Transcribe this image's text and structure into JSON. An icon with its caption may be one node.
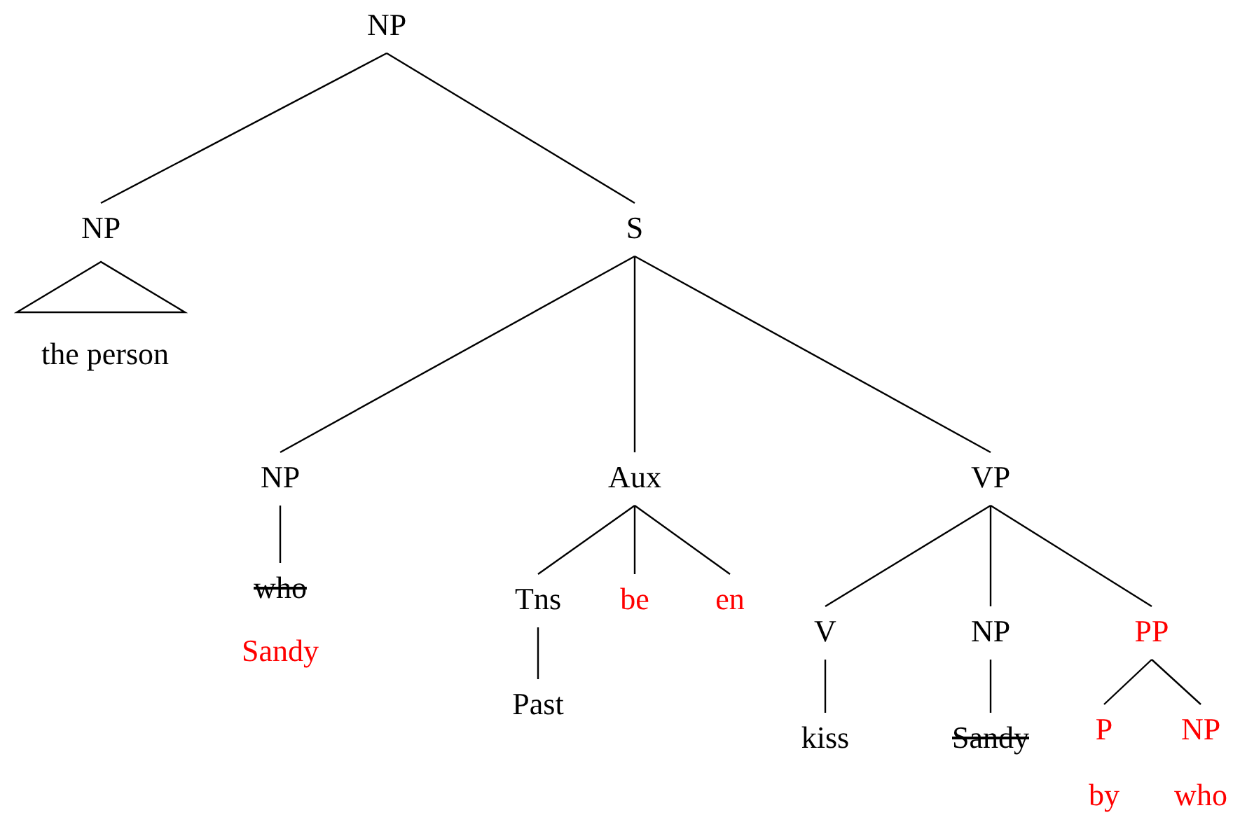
{
  "diagram": {
    "nodes": [
      {
        "text": [
          "NP"
        ]
      },
      {
        "text": [
          "NP"
        ]
      },
      {
        "text": [
          "the person"
        ]
      },
      {
        "text": [
          "S"
        ]
      },
      {
        "text": [
          "NP"
        ]
      },
      {
        "text": [
          "who"
        ]
      },
      {
        "text": [
          "Sandy"
        ]
      },
      {
        "text": [
          "Aux"
        ]
      },
      {
        "text": [
          "Tns"
        ]
      },
      {
        "text": [
          "be"
        ]
      },
      {
        "text": [
          "en"
        ]
      },
      {
        "text": [
          "Past"
        ]
      },
      {
        "text": [
          "VP"
        ]
      },
      {
        "text": [
          "V"
        ]
      },
      {
        "text": [
          "NP"
        ]
      },
      {
        "text": [
          "PP"
        ]
      },
      {
        "text": [
          "kiss"
        ]
      },
      {
        "text": [
          "Sandy"
        ]
      },
      {
        "text": [
          "P"
        ]
      },
      {
        "text": [
          "NP"
        ]
      },
      {
        "text": [
          "by"
        ]
      },
      {
        "text": [
          "who"
        ]
      }
    ],
    "edges": [
      {
        "from": 0,
        "to": 1,
        "arrow": "none"
      },
      {
        "from": 0,
        "to": 3,
        "arrow": "none"
      },
      {
        "from": 1,
        "to": 2,
        "arrow": "none"
      },
      {
        "from": 3,
        "to": 4,
        "arrow": "none"
      },
      {
        "from": 3,
        "to": 7,
        "arrow": "none"
      },
      {
        "from": 3,
        "to": 12,
        "arrow": "none"
      },
      {
        "from": 4,
        "to": 5,
        "arrow": "none"
      },
      {
        "from": 7,
        "to": 8,
        "arrow": "none"
      },
      {
        "from": 7,
        "to": 9,
        "arrow": "none"
      },
      {
        "from": 7,
        "to": 10,
        "arrow": "none"
      },
      {
        "from": 8,
        "to": 11,
        "arrow": "none"
      },
      {
        "from": 12,
        "to": 13,
        "arrow": "none"
      },
      {
        "from": 12,
        "to": 14,
        "arrow": "none"
      },
      {
        "from": 12,
        "to": 15,
        "arrow": "none"
      },
      {
        "from": 13,
        "to": 16,
        "arrow": "none"
      },
      {
        "from": 14,
        "to": 17,
        "arrow": "none"
      },
      {
        "from": 15,
        "to": 18,
        "arrow": "none"
      },
      {
        "from": 15,
        "to": 19,
        "arrow": "none"
      }
    ]
  }
}
